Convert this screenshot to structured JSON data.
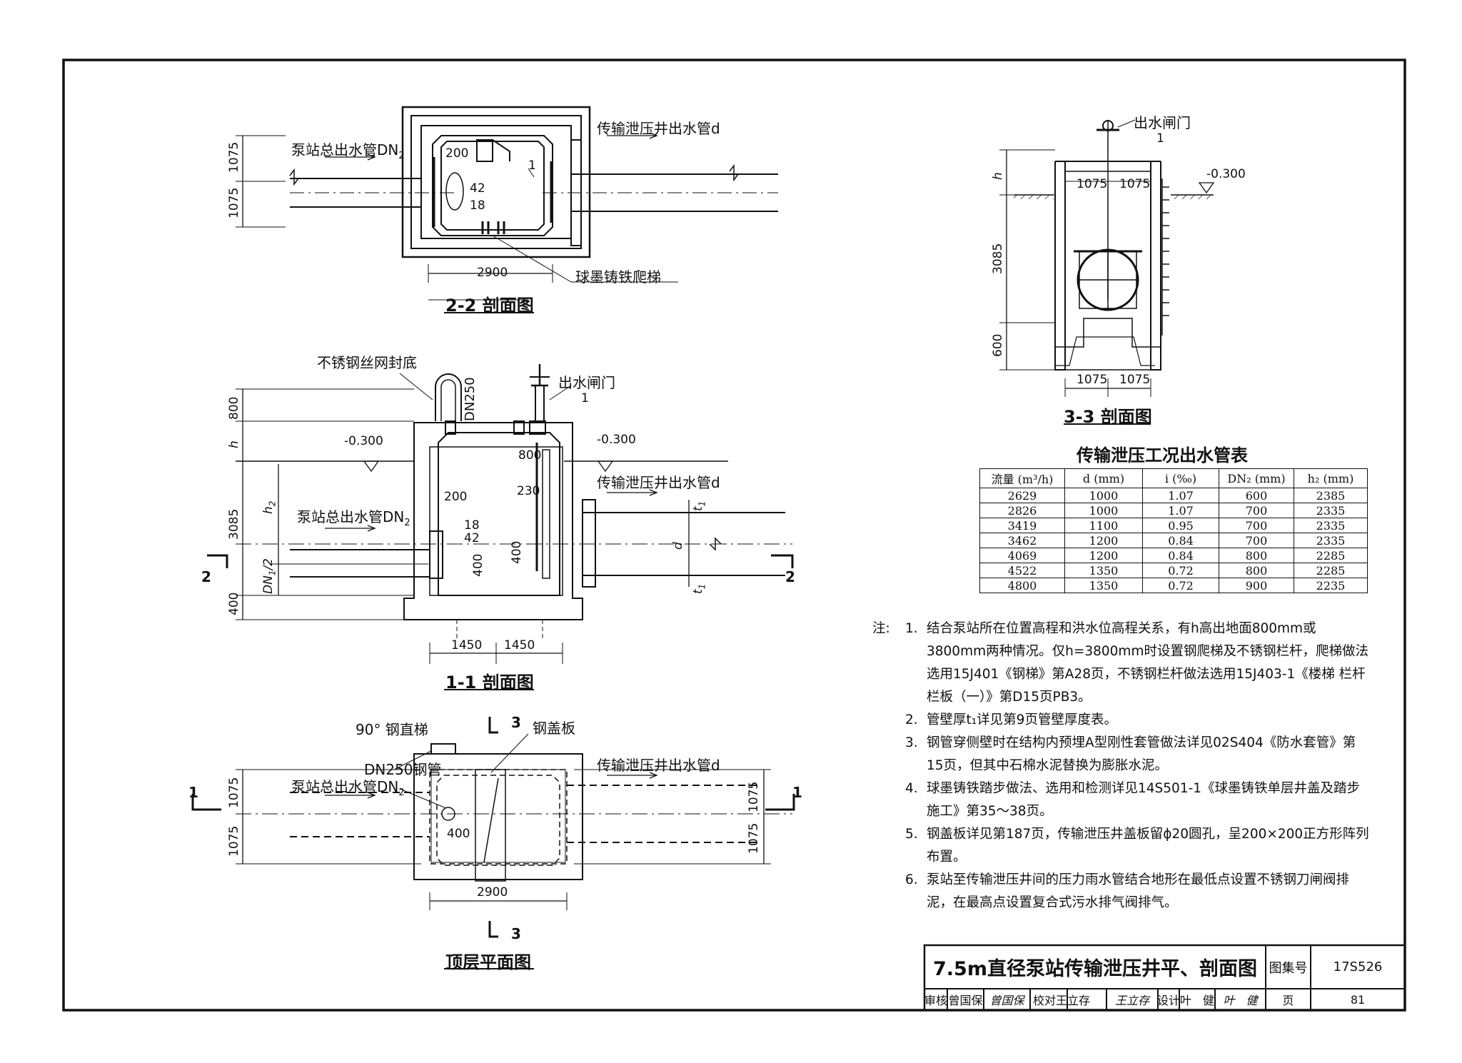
{
  "sections": {
    "s22_title": "2-2 剖面图",
    "s11_title": "1-1 剖面图",
    "s33_title": "3-3 剖面图",
    "plan_title": "顶层平面图"
  },
  "labels": {
    "pump_outlet_pipe": "泵站总出水管DN",
    "pump_outlet_sub": "2",
    "transfer_outlet_pipe": "传输泄压井出水管d",
    "ductile_ladder": "球墨铸铁爬梯",
    "stainless_mesh": "不锈钢丝网封底",
    "dn250": "DN250",
    "outlet_gate": "出水闸门",
    "gate_num": "1",
    "elev": "-0.300",
    "steel_ladder": "90° 钢直梯",
    "steel_cover": "钢盖板",
    "dn250_steel": "DN250钢管",
    "sec_1": "1",
    "sec_2": "2",
    "sec_3": "3",
    "h": "h",
    "h2": "h",
    "h2_sub": "2",
    "dn1_half": "DN",
    "dn1_sub": "1",
    "dn1_tail": "/2",
    "d": "d",
    "t1": "t",
    "t1_sub": "1"
  },
  "dims": {
    "d1075": "1075",
    "d2900": "2900",
    "d200": "200",
    "d42": "42",
    "d18": "18",
    "d800": "800",
    "d3085": "3085",
    "d400": "400",
    "d230": "230",
    "d1450": "1450",
    "d600": "600"
  },
  "table": {
    "title": "传输泄压工况出水管表",
    "headers": [
      "流量 (m³/h)",
      "d (mm)",
      "i (‰)",
      "DN₂ (mm)",
      "h₂ (mm)"
    ],
    "rows": [
      [
        "2629",
        "1000",
        "1.07",
        "600",
        "2385"
      ],
      [
        "2826",
        "1000",
        "1.07",
        "700",
        "2335"
      ],
      [
        "3419",
        "1100",
        "0.95",
        "700",
        "2335"
      ],
      [
        "3462",
        "1200",
        "0.84",
        "700",
        "2335"
      ],
      [
        "4069",
        "1200",
        "0.84",
        "800",
        "2285"
      ],
      [
        "4522",
        "1350",
        "0.72",
        "800",
        "2285"
      ],
      [
        "4800",
        "1350",
        "0.72",
        "900",
        "2235"
      ]
    ]
  },
  "notes": {
    "lead": "注:",
    "items": [
      {
        "num": "1.",
        "text": "结合泵站所在位置高程和洪水位高程关系，有h高出地面800mm或3800mm两种情况。仅h=3800mm时设置钢爬梯及不锈钢栏杆，爬梯做法选用15J401《钢梯》第A28页，不锈钢栏杆做法选用15J403-1《楼梯 栏杆栏板（一）》第D15页PB3。"
      },
      {
        "num": "2.",
        "text": "管壁厚t₁详见第9页管壁厚度表。"
      },
      {
        "num": "3.",
        "text": "钢管穿侧壁时在结构内预埋A型刚性套管做法详见02S404《防水套管》第15页，但其中石棉水泥替换为膨胀水泥。"
      },
      {
        "num": "4.",
        "text": "球墨铸铁踏步做法、选用和检测详见14S501-1《球墨铸铁单层井盖及踏步施工》第35～38页。"
      },
      {
        "num": "5.",
        "text": "钢盖板详见第187页，传输泄压井盖板留ϕ20圆孔，呈200×200正方形阵列布置。"
      },
      {
        "num": "6.",
        "text": "泵站至传输泄压井间的压力雨水管结合地形在最低点设置不锈钢刀闸阀排泥，在最高点设置复合式污水排气阀排气。"
      }
    ]
  },
  "titleblock": {
    "drawing_title": "7.5m直径泵站传输泄压井平、剖面图",
    "atlas_label": "图集号",
    "atlas_no": "17S526",
    "review_label": "审核",
    "reviewer": "曾国保",
    "check_label": "校对",
    "checker": "王立存",
    "design_label": "设计",
    "designer": "叶　健",
    "page_label": "页",
    "page_no": "81"
  }
}
